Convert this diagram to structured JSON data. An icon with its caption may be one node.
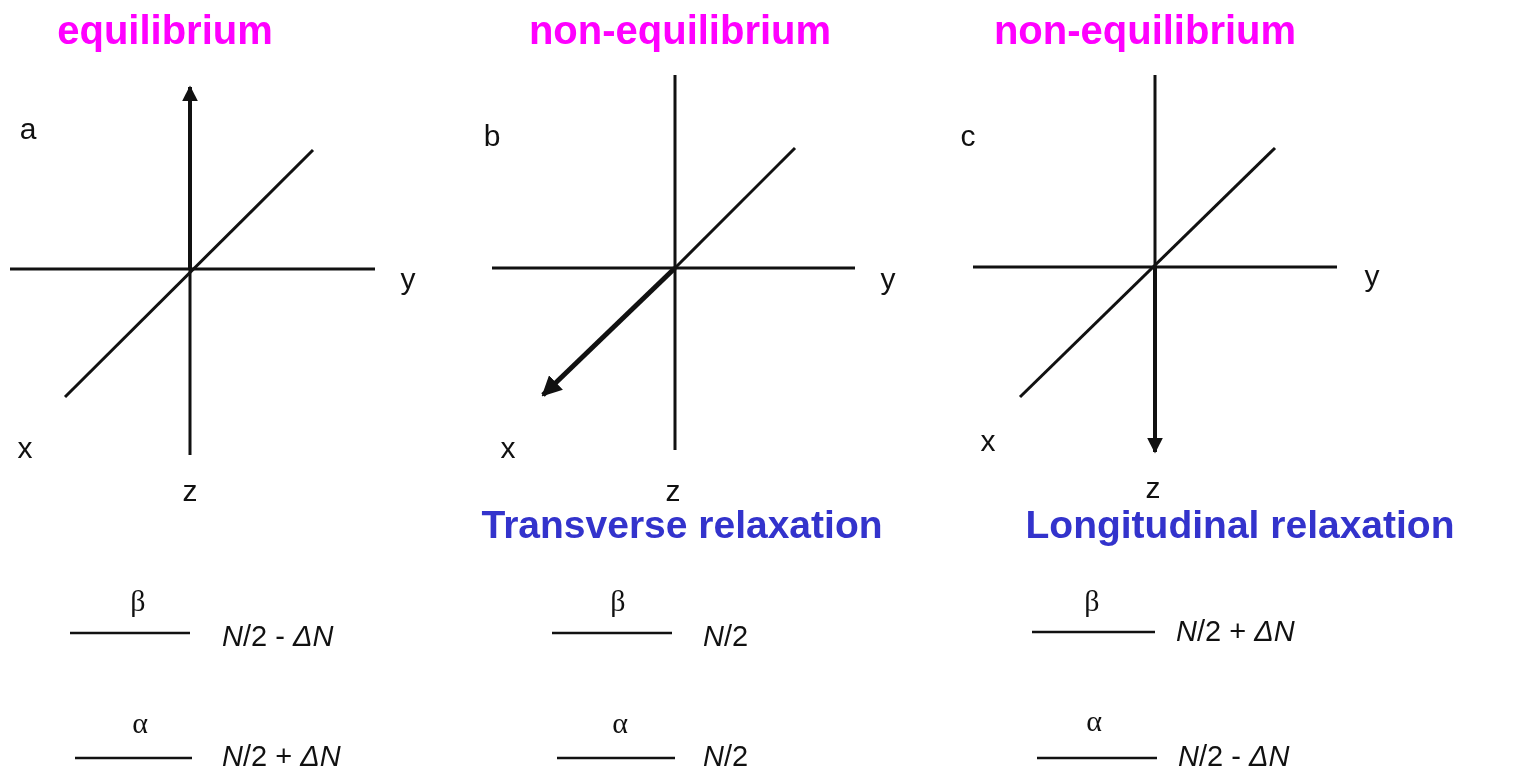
{
  "diagram": {
    "labels": [
      "equilibrium",
      "non-equilibrium",
      "non-equilibrium",
      "a",
      "b",
      "c",
      "y",
      "y",
      "y",
      "x",
      "x",
      "x",
      "z",
      "z",
      "z",
      "Transverse relaxation",
      "Longitudinal relaxation",
      "β",
      "*N*/2 - *ΔN*",
      "β",
      "*N*/2",
      "β",
      "*N*/2 + *ΔN*",
      "α",
      "*N*/2 + *ΔN*",
      "α",
      "*N*/2",
      "α",
      "*N*/2 - *ΔN*"
    ]
  }
}
